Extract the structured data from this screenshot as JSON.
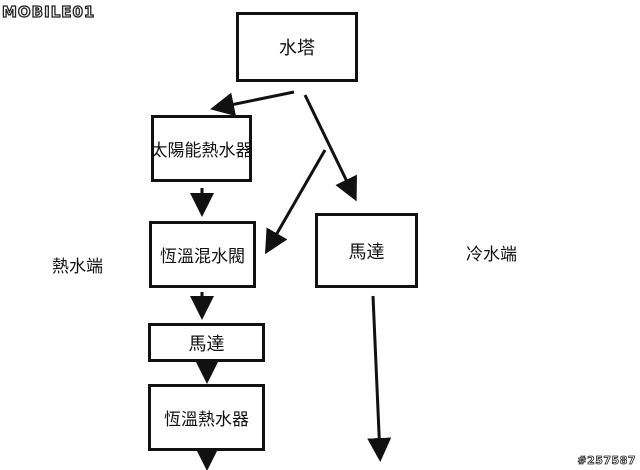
{
  "logo_text": "MOBILE01",
  "watermark": "#257587",
  "nodes": {
    "water_tower": "水塔",
    "solar_heater": "太陽能熱水器",
    "mixing_valve": "恆溫混水閥",
    "pump_left": "馬達",
    "tankless_heater": "恆溫熱水器",
    "pump_right": "馬達"
  },
  "labels": {
    "hot_side": "熱水端",
    "cold_side": "冷水端"
  },
  "colors": {
    "line": "#111111",
    "background": "#ffffff"
  }
}
